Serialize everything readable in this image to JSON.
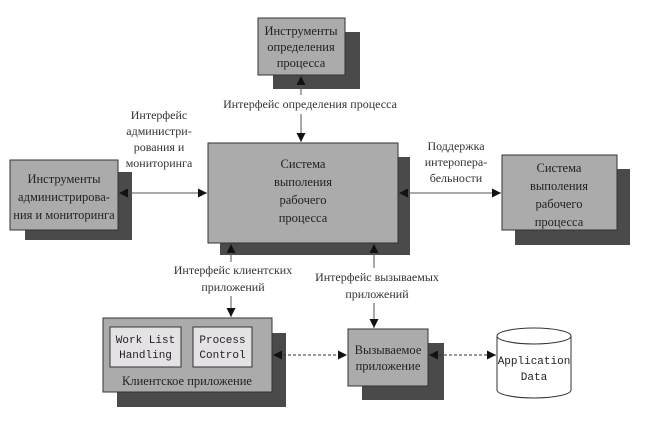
{
  "colors": {
    "box_fill": "#ababab",
    "shadow": "#4a4a4a",
    "inner_fill": "#e4e2e4",
    "border": "#333333"
  },
  "boxes": {
    "definition_tools": [
      "Инструменты",
      "определения",
      "процесса"
    ],
    "engine": [
      "Система",
      "выполения",
      "рабочего",
      "процесса"
    ],
    "admin_tools": [
      "Инструменты",
      "администрирова-",
      "ния и мониторинга"
    ],
    "other_engine": [
      "Система",
      "выполения",
      "рабочего",
      "процесса"
    ],
    "client_app": "Клиентское приложение",
    "work_list": [
      "Work List",
      "Handling"
    ],
    "process_control": [
      "Process",
      "Control"
    ],
    "invoked_app": [
      "Вызываемое",
      "приложение"
    ],
    "app_data": [
      "Application",
      "Data"
    ]
  },
  "interfaces": {
    "definition": "Интерфейс определения процесса",
    "admin": [
      "Интерфейс",
      "администри-",
      "рования и",
      "мониторинга"
    ],
    "interop": [
      "Поддержка",
      "интеропера-",
      "бельности"
    ],
    "client": [
      "Интерфейс клиентских",
      "приложений"
    ],
    "invoked": [
      "Интерфейс вызываемых",
      "приложений"
    ]
  }
}
